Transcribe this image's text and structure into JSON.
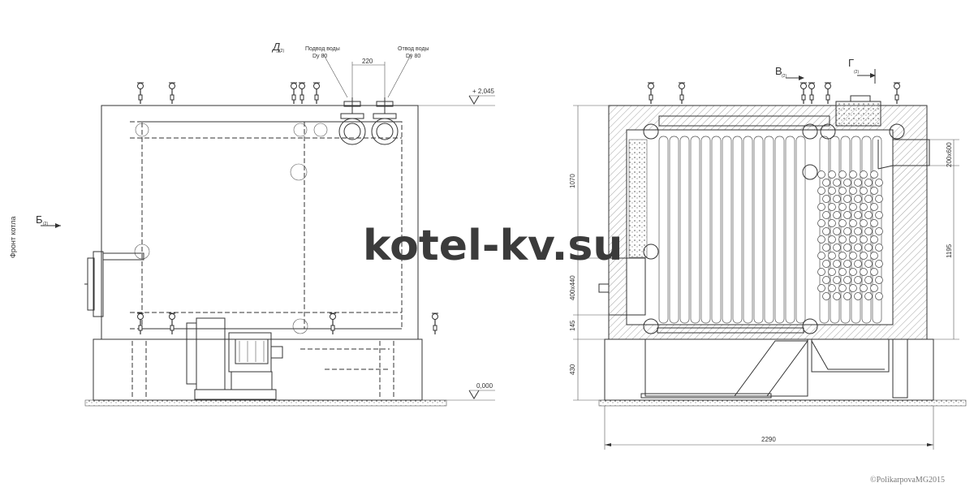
{
  "labels": {
    "section_d": "Д",
    "section_d_sub": "(2)",
    "water_inlet": "Подвод воды",
    "water_inlet_dn": "Dy 80",
    "water_outlet": "Отвод воды",
    "water_outlet_dn": "Dy 80",
    "dim_220": "220",
    "elev_top": "+ 2,045",
    "elev_zero": "0,000",
    "section_b": "Б",
    "section_b_sub": "(2)",
    "boiler_front": "Фронт котла",
    "section_v": "В",
    "section_v_sub": "(2)",
    "section_g": "Г",
    "section_g_sub": "(2)",
    "dim_1070": "1070",
    "dim_400x440": "400х440",
    "dim_145": "145",
    "dim_430": "430",
    "dim_200x600": "200х600",
    "dim_1195": "1195",
    "dim_2290": "2290"
  },
  "watermark": "kotel-kv.su",
  "copyright": "©PolikarpovaMG2015"
}
